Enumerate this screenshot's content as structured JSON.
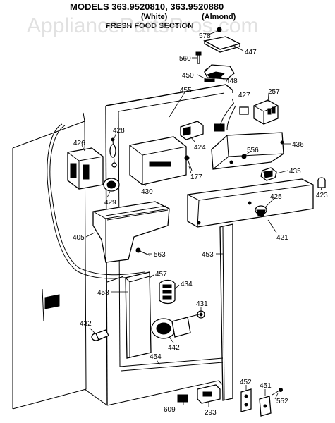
{
  "header": {
    "models_line": "MODELS 363.9520810, 363.9520880",
    "variant_white": "(White)",
    "variant_almond": "(Almond)",
    "section": "FRESH FOOD SECTION"
  },
  "watermark": "AppliancePartsPros.com",
  "part_numbers": {
    "p578": "578",
    "p447": "447",
    "p560": "560",
    "p448": "448",
    "p450": "450",
    "p455": "455",
    "p427": "427",
    "p257": "257",
    "p428": "428",
    "p426": "426",
    "p424": "424",
    "p556": "556",
    "p436": "436",
    "p177": "177",
    "p435": "435",
    "p429": "429",
    "p430": "430",
    "p423": "423",
    "p425": "425",
    "p405": "405",
    "p421": "421",
    "p563": "563",
    "p453": "453",
    "p457": "457",
    "p434": "434",
    "p458": "458",
    "p431": "431",
    "p432": "432",
    "p442": "442",
    "p454": "454",
    "p452": "452",
    "p451": "451",
    "p609": "609",
    "p293": "293",
    "p552": "552"
  }
}
